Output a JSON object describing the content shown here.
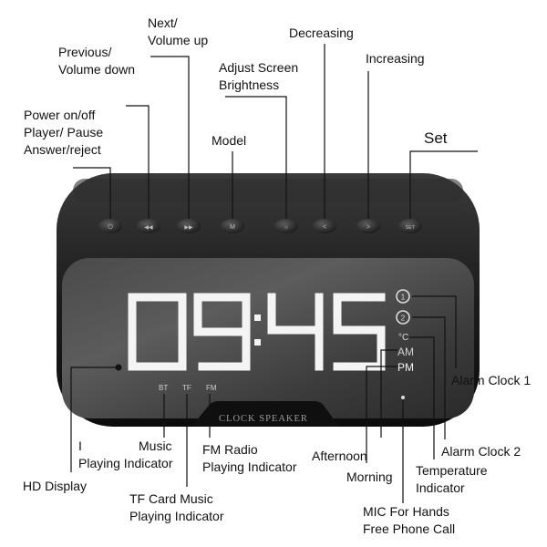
{
  "device": {
    "clock_display": "09:45",
    "brand_text": "CLOCK SPEAKER",
    "indicators": {
      "bt": "BT",
      "tf": "TF",
      "fm": "FM",
      "am": "AM",
      "pm": "PM",
      "celsius": "°C",
      "alarm1": "1",
      "alarm2": "2"
    },
    "buttons": [
      "",
      "◀◀",
      "▶▶",
      "M",
      "",
      "<",
      ">",
      "SET"
    ]
  },
  "labels": {
    "power": [
      "Power on/off",
      "Player/ Pause",
      "Answer/reject"
    ],
    "previous": [
      "Previous/",
      "Volume down"
    ],
    "next": [
      "Next/",
      "Volume up"
    ],
    "brightness": [
      "Adjust Screen",
      "Brightness"
    ],
    "model": "Model",
    "decreasing": "Decreasing",
    "increasing": "Increasing",
    "set": "Set",
    "alarm1": "Alarm Clock 1",
    "alarm2": "Alarm Clock 2",
    "temperature": [
      "Temperature",
      "Indicator"
    ],
    "afternoon": "Afternoon",
    "morning": "Morning",
    "mic": [
      "MIC For Hands",
      "Free Phone Call"
    ],
    "fm": [
      "FM Radio",
      "Playing Indicator"
    ],
    "tf": [
      "TF Card Music",
      "Playing Indicator"
    ],
    "bt": [
      "Music",
      "Playing Indicator"
    ],
    "bt_prefix": "I",
    "hd": "HD Display"
  }
}
